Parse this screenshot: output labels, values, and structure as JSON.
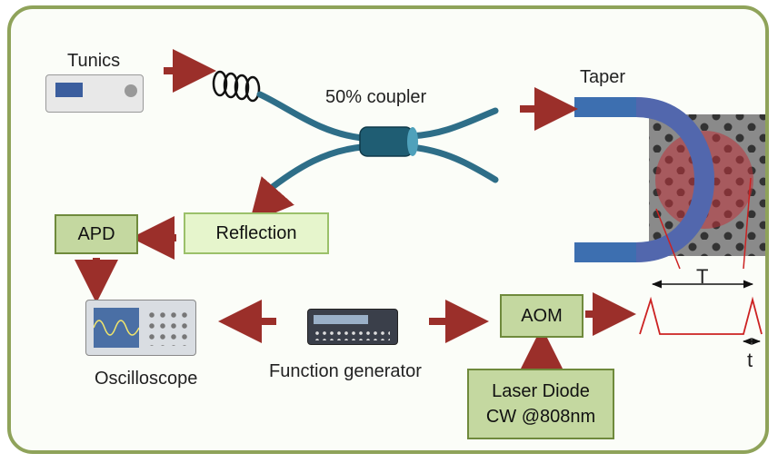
{
  "labels": {
    "tunics": "Tunics",
    "coupler": "50% coupler",
    "taper": "Taper",
    "oscilloscope": "Oscilloscope",
    "function_generator": "Function generator",
    "period_symbol": "T",
    "pulse_width_symbol": "t"
  },
  "boxes": {
    "apd": "APD",
    "reflection": "Reflection",
    "aom": "AOM",
    "laser_line1": "Laser Diode",
    "laser_line2": "CW @808nm"
  },
  "colors": {
    "frame": "#8fa35a",
    "box_fill": "#c4d8a0",
    "reflection_fill": "#e6f5cc",
    "arrow": "#9b2f2a",
    "fiber": "#2e6e88",
    "taper_fiber": "#3d6fb0",
    "pulse": "#cc2222"
  }
}
